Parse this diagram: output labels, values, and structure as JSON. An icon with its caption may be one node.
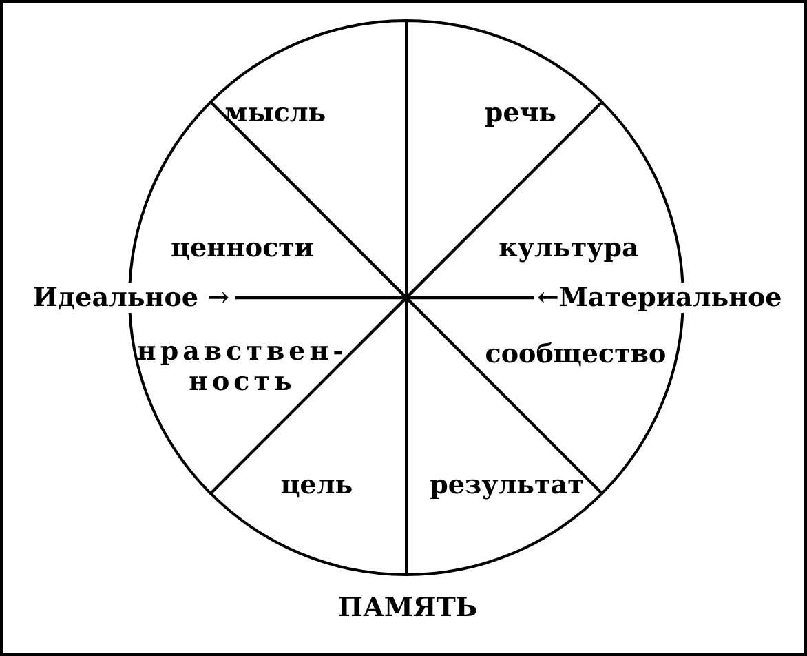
{
  "diagram": {
    "nodes": [
      {
        "text": [
          "мысль"
        ]
      },
      {
        "text": [
          "речь"
        ]
      },
      {
        "text": [
          "ценности"
        ]
      },
      {
        "text": [
          "культура"
        ]
      },
      {
        "text": [
          "нравствен- ность"
        ]
      },
      {
        "text": [
          "сообщество"
        ]
      },
      {
        "text": [
          "цель"
        ]
      },
      {
        "text": [
          "результат"
        ]
      }
    ],
    "labels": [
      "Идеальное →",
      "←Материальное",
      "ПАМЯТЬ"
    ]
  }
}
